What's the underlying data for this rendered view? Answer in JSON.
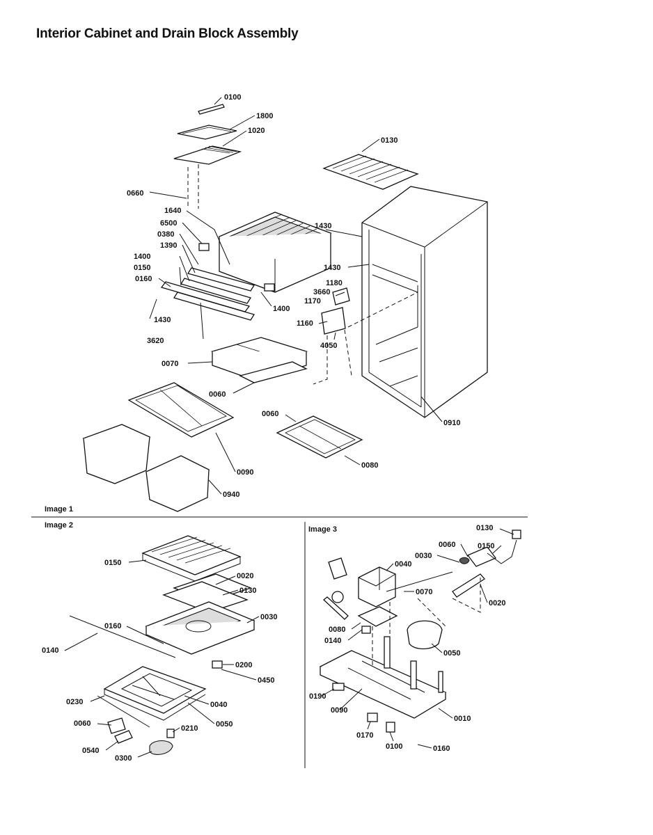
{
  "title": "Interior Cabinet and Drain Block Assembly",
  "captions": {
    "image1": "Image 1",
    "image2": "Image 2",
    "image3": "Image 3"
  },
  "labels": {
    "img1": [
      "0100",
      "1800",
      "1020",
      "0130",
      "0660",
      "1640",
      "6500",
      "0380",
      "1390",
      "1400",
      "0150",
      "0160",
      "1430",
      "1430",
      "1430",
      "1180",
      "3660",
      "1170",
      "1400",
      "1160",
      "4050",
      "3620",
      "0070",
      "0060",
      "0060",
      "0080",
      "0090",
      "0940",
      "0910"
    ],
    "img2": [
      "0150",
      "0020",
      "0130",
      "0030",
      "0160",
      "0140",
      "0200",
      "0450",
      "0230",
      "0040",
      "0050",
      "0060",
      "0210",
      "0540",
      "0300"
    ],
    "img3": [
      "0130",
      "0060",
      "0150",
      "0030",
      "0040",
      "0070",
      "0020",
      "0080",
      "0140",
      "0050",
      "0190",
      "0090",
      "0010",
      "0170",
      "0100",
      "0160"
    ]
  }
}
